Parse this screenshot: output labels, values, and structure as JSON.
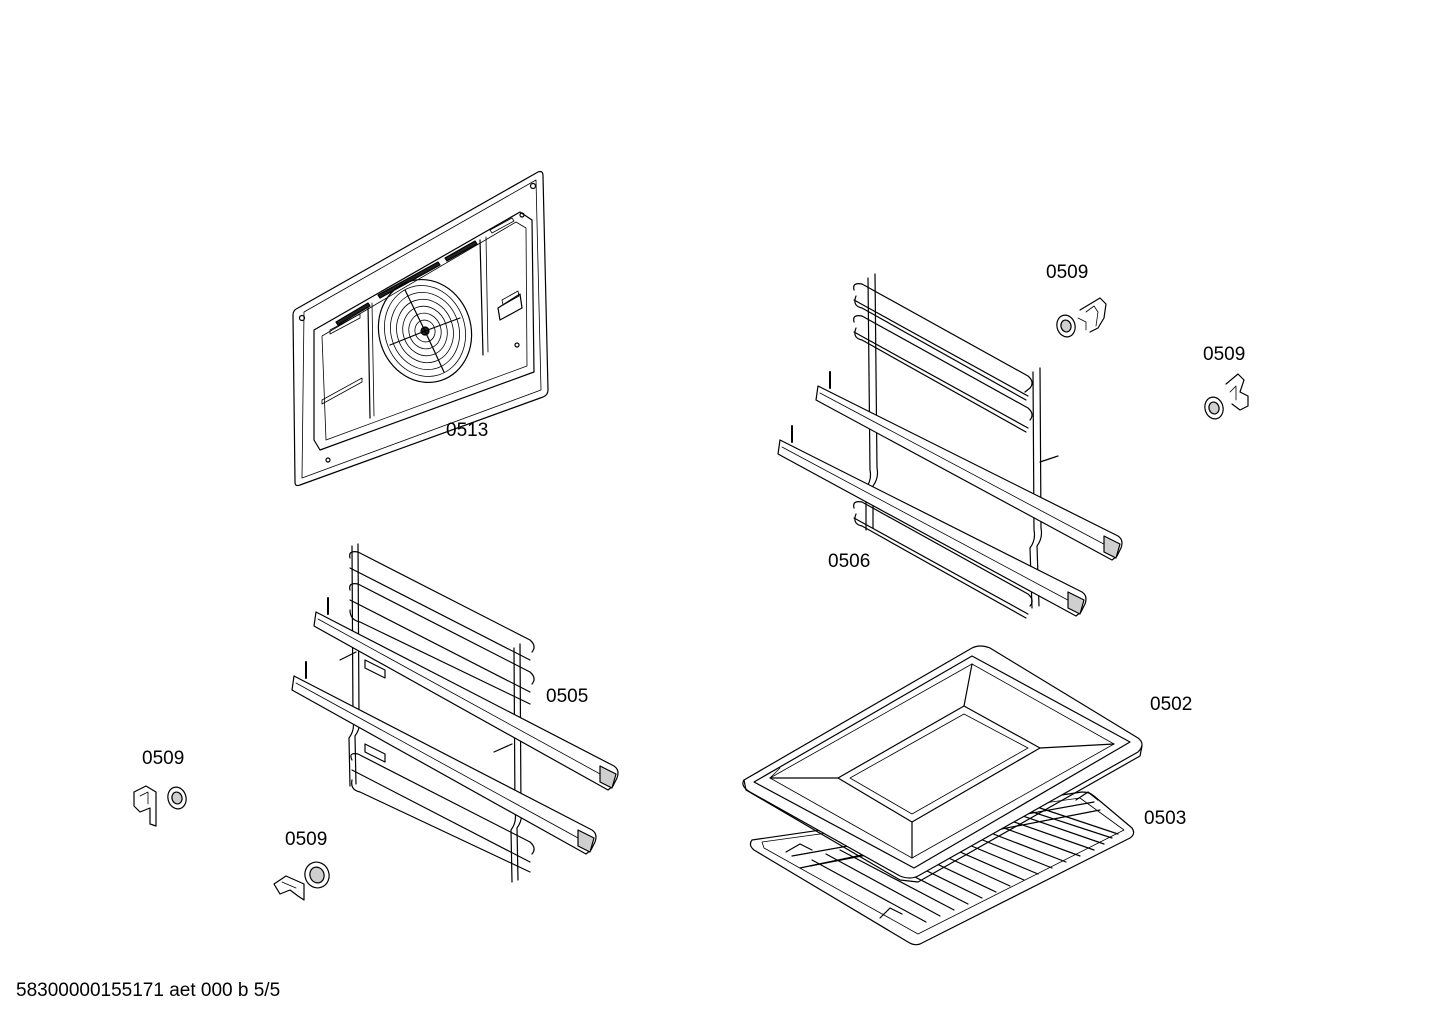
{
  "parts": [
    {
      "id": "back-panel",
      "label": "0513"
    },
    {
      "id": "shelf-support-right",
      "label": "0506"
    },
    {
      "id": "shelf-support-left",
      "label": "0505"
    },
    {
      "id": "clip-top-1",
      "label": "0509"
    },
    {
      "id": "clip-top-2",
      "label": "0509"
    },
    {
      "id": "clip-bottom-1",
      "label": "0509"
    },
    {
      "id": "clip-bottom-2",
      "label": "0509"
    },
    {
      "id": "baking-tray",
      "label": "0502"
    },
    {
      "id": "wire-rack",
      "label": "0503"
    }
  ],
  "footer": "58300000155171 aet 000 b 5/5"
}
